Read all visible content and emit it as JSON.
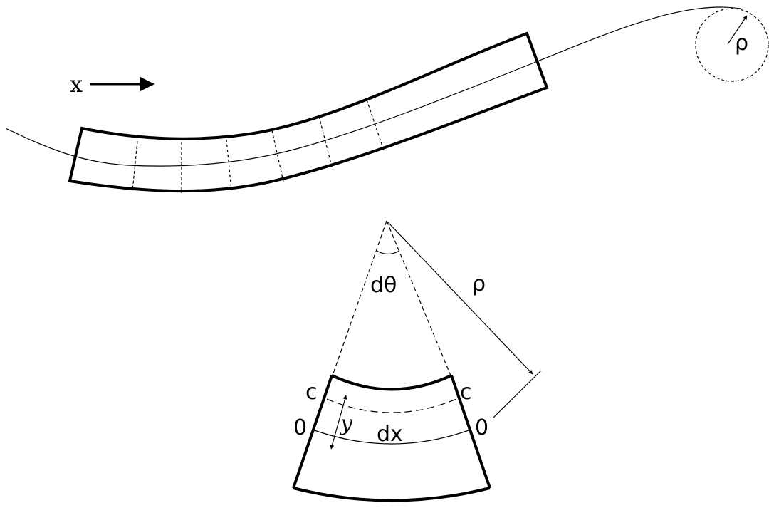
{
  "colors": {
    "ink": "#000000",
    "background": "#ffffff"
  },
  "labels": {
    "x_axis": "x",
    "rho_circle": "ρ",
    "rho_radius": "ρ",
    "d_theta": "dθ",
    "c_left": "c",
    "c_right": "c",
    "zero_left": "0",
    "zero_right": "0",
    "y_dist": "y",
    "dx": "dx"
  }
}
